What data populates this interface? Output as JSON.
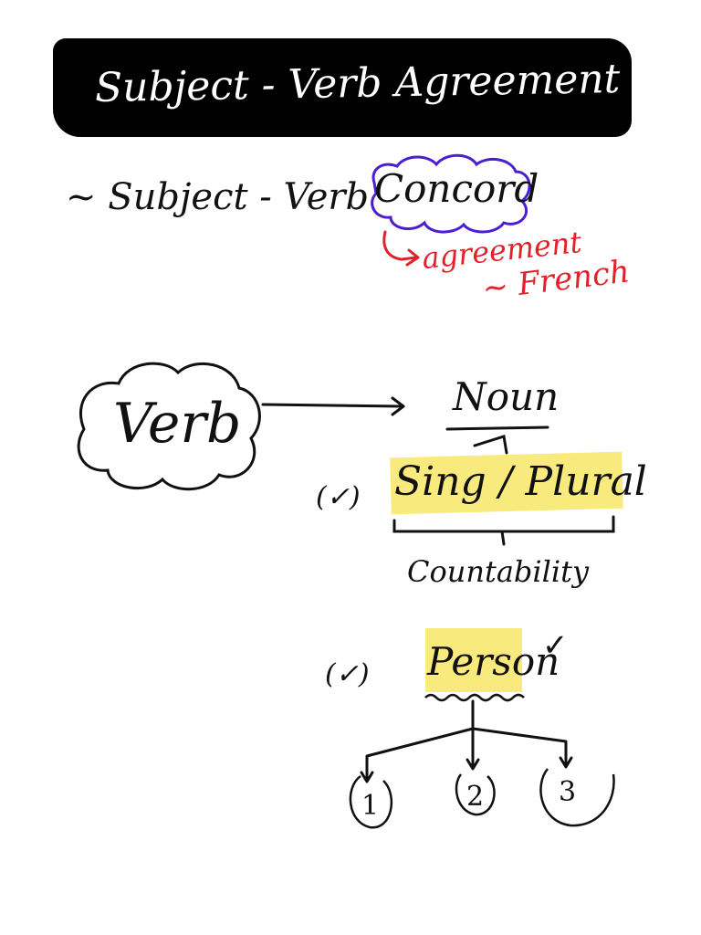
{
  "header": {
    "title": "Subject - Verb Agreement"
  },
  "notes": {
    "subtitle": "~ Subject - Verb",
    "concord": "Concord",
    "agreement": "agreement",
    "french": "~ French",
    "verb": "Verb",
    "noun": "Noun",
    "check_1": "(✓)",
    "sing_plural": "Sing / Plural",
    "countability": "Countability",
    "check_2": "(✓)",
    "person": "Person",
    "tick": "✓",
    "persons": [
      "1",
      "2",
      "3"
    ]
  },
  "colors": {
    "ink": "#111111",
    "title_band": "#000000",
    "highlight": "#f8ea7d",
    "red_note": "#e3212b",
    "cloud_purple": "#4b1fd1"
  }
}
